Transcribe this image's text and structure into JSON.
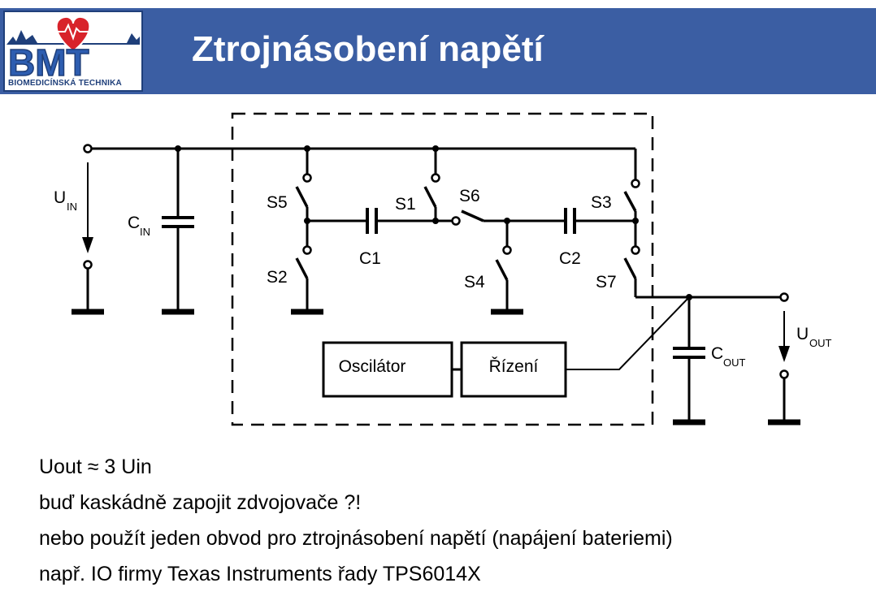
{
  "header": {
    "title": "Ztrojnásobení napětí",
    "logo_text": "BMT",
    "logo_subtitle": "BIOMEDICÍNSKÁ TECHNIKA"
  },
  "diagram": {
    "switches": [
      "S1",
      "S2",
      "S3",
      "S4",
      "S5",
      "S6",
      "S7"
    ],
    "capacitors": {
      "c1": "C1",
      "c2": "C2",
      "cin_main": "C",
      "cin_sub": "IN",
      "cout_main": "C",
      "cout_sub": "OUT"
    },
    "uin_main": "U",
    "uin_sub": "IN",
    "uout_main": "U",
    "uout_sub": "OUT",
    "blocks": {
      "oscillator": "Oscilátor",
      "control": "Řízení"
    }
  },
  "body": {
    "lines": [
      "Uout ≈ 3 Uin",
      "buď kaskádně zapojit zdvojovače ?!",
      "nebo  použít jeden obvod pro ztrojnásobení napětí (napájení bateriemi)",
      "např. IO firmy Texas Instruments řady TPS6014X"
    ]
  }
}
